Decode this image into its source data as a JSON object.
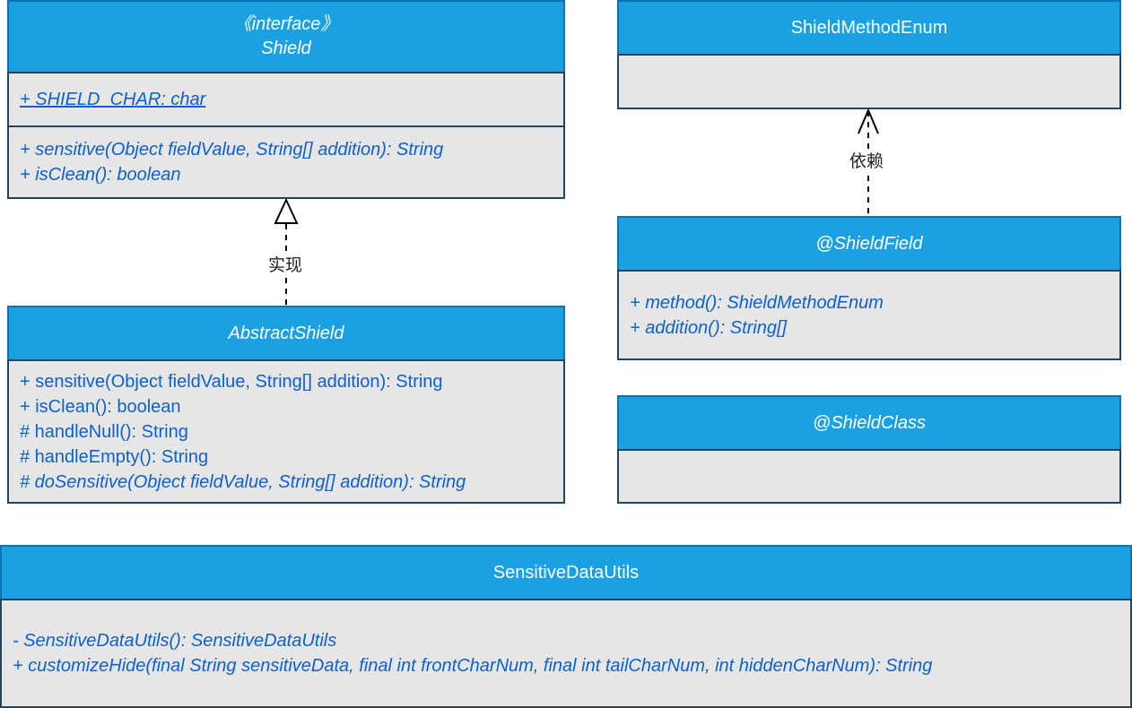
{
  "shield": {
    "stereotype": "《interface》",
    "name": "Shield",
    "attribute": "+ SHIELD_CHAR: char",
    "methods": [
      "+ sensitive(Object fieldValue, String[] addition): String",
      "+ isClean(): boolean"
    ]
  },
  "abstract_shield": {
    "name": "AbstractShield",
    "methods": [
      "+ sensitive(Object fieldValue, String[] addition): String",
      "+ isClean(): boolean",
      "# handleNull(): String",
      "# handleEmpty(): String",
      "# doSensitive(Object fieldValue, String[] addition): String"
    ]
  },
  "shield_method_enum": {
    "name": "ShieldMethodEnum"
  },
  "shield_field": {
    "name": "@ShieldField",
    "methods": [
      "+ method(): ShieldMethodEnum",
      "+ addition(): String[]"
    ]
  },
  "shield_class": {
    "name": "@ShieldClass"
  },
  "utils": {
    "name": "SensitiveDataUtils",
    "methods": [
      "- SensitiveDataUtils(): SensitiveDataUtils",
      "+ customizeHide(final String sensitiveData, final int frontCharNum, final int tailCharNum, int hiddenCharNum): String"
    ]
  },
  "relations": {
    "realization": "实现",
    "dependency": "依赖"
  }
}
